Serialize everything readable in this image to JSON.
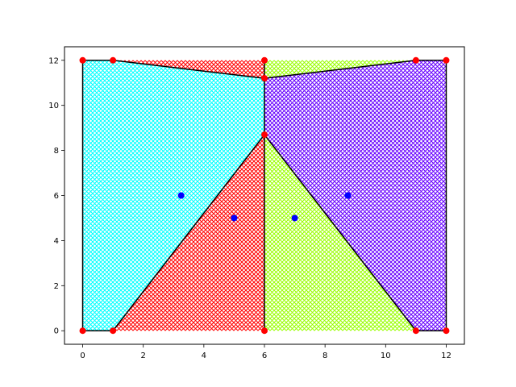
{
  "chart_data": {
    "type": "scatter",
    "title": "",
    "xlabel": "",
    "ylabel": "",
    "xlim": [
      -0.6,
      12.6
    ],
    "ylim": [
      -0.6,
      12.6
    ],
    "x_ticks": [
      0,
      2,
      4,
      6,
      8,
      10,
      12
    ],
    "y_ticks": [
      0,
      2,
      4,
      6,
      8,
      10,
      12
    ],
    "grid": false,
    "regions": [
      {
        "color": "#00ffff",
        "hatch": "cross-hatch",
        "polygon": [
          [
            0,
            0
          ],
          [
            1,
            0
          ],
          [
            6,
            8.7
          ],
          [
            6,
            11.2
          ],
          [
            1,
            12
          ],
          [
            0,
            12
          ]
        ]
      },
      {
        "color": "#ff0000",
        "hatch": "cross-hatch",
        "polygon": [
          [
            1,
            0
          ],
          [
            6,
            0
          ],
          [
            6,
            8.7
          ]
        ]
      },
      {
        "color": "#ff0000",
        "hatch": "cross-hatch",
        "polygon": [
          [
            1,
            12
          ],
          [
            6,
            12
          ],
          [
            6,
            11.2
          ]
        ]
      },
      {
        "color": "#99ff00",
        "hatch": "cross-hatch",
        "polygon": [
          [
            6,
            0
          ],
          [
            11,
            0
          ],
          [
            6,
            8.7
          ]
        ]
      },
      {
        "color": "#99ff00",
        "hatch": "cross-hatch",
        "polygon": [
          [
            6,
            12
          ],
          [
            11,
            12
          ],
          [
            6,
            11.2
          ]
        ]
      },
      {
        "color": "#6600ff",
        "hatch": "cross-hatch",
        "polygon": [
          [
            6,
            11.2
          ],
          [
            6,
            8.7
          ],
          [
            11,
            0
          ],
          [
            12,
            0
          ],
          [
            12,
            12
          ],
          [
            11,
            12
          ]
        ]
      }
    ],
    "edges": [
      [
        [
          0,
          0
        ],
        [
          0,
          12
        ]
      ],
      [
        [
          0,
          12
        ],
        [
          1,
          12
        ]
      ],
      [
        [
          1,
          12
        ],
        [
          6,
          11.2
        ]
      ],
      [
        [
          6,
          11.2
        ],
        [
          11,
          12
        ]
      ],
      [
        [
          11,
          12
        ],
        [
          12,
          12
        ]
      ],
      [
        [
          12,
          12
        ],
        [
          12,
          0
        ]
      ],
      [
        [
          12,
          0
        ],
        [
          11,
          0
        ]
      ],
      [
        [
          11,
          0
        ],
        [
          6,
          8.7
        ]
      ],
      [
        [
          6,
          8.7
        ],
        [
          1,
          0
        ]
      ],
      [
        [
          1,
          0
        ],
        [
          0,
          0
        ]
      ],
      [
        [
          6,
          0
        ],
        [
          6,
          11.2
        ]
      ],
      [
        [
          6,
          11.2
        ],
        [
          6,
          12
        ]
      ]
    ],
    "series": [
      {
        "marker": "red-circle",
        "color": "#ff0000",
        "points": [
          [
            0,
            0
          ],
          [
            1,
            0
          ],
          [
            6,
            0
          ],
          [
            11,
            0
          ],
          [
            12,
            0
          ],
          [
            0,
            12
          ],
          [
            1,
            12
          ],
          [
            6,
            12
          ],
          [
            11,
            12
          ],
          [
            12,
            12
          ],
          [
            6,
            8.7
          ],
          [
            6,
            11.2
          ]
        ]
      },
      {
        "marker": "blue-circle",
        "color": "#0000ff",
        "points": [
          [
            3.25,
            6
          ],
          [
            5,
            5
          ],
          [
            7,
            5
          ],
          [
            8.75,
            6
          ]
        ]
      }
    ]
  }
}
